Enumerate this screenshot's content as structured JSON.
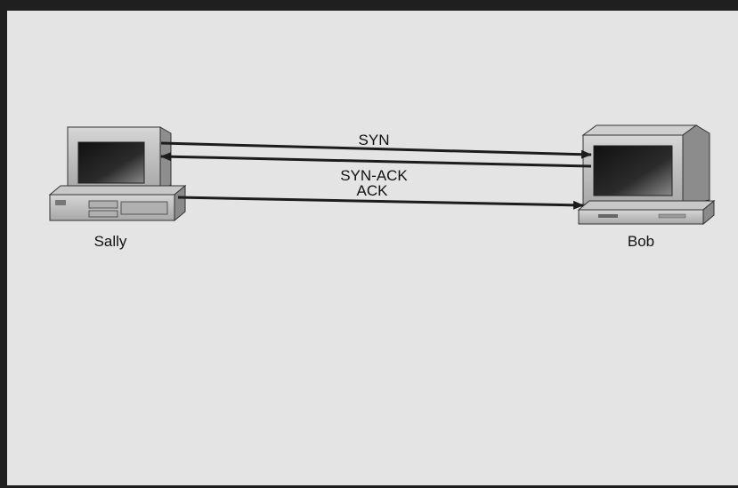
{
  "nodes": {
    "left": {
      "label": "Sally"
    },
    "right": {
      "label": "Bob"
    }
  },
  "messages": [
    {
      "label": "SYN",
      "direction": "left-to-right"
    },
    {
      "label": "SYN-ACK",
      "direction": "right-to-left"
    },
    {
      "label": "ACK",
      "direction": "left-to-right"
    }
  ],
  "colors": {
    "background": "#e4e4e4",
    "frame": "#1f1f1f",
    "arrow": "#1c1c1c"
  }
}
